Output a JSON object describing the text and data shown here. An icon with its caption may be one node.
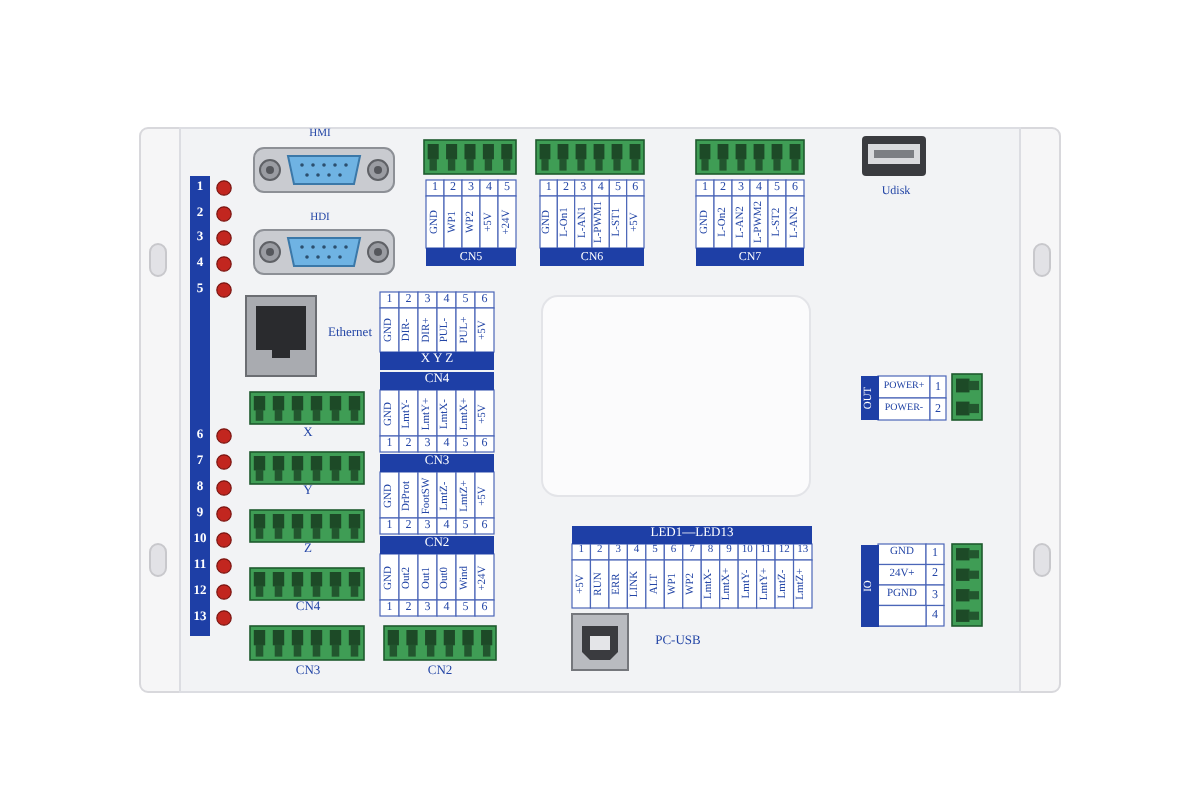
{
  "diagram": {
    "labels": [
      "HMI",
      "HDI",
      "1",
      "2",
      "3",
      "4",
      "5",
      "GND",
      "WP1",
      "WP2",
      "+5V",
      "+24V",
      "CN5",
      "1",
      "2",
      "3",
      "4",
      "5",
      "6",
      "GND",
      "L-On1",
      "L-AN1",
      "L-PWM1",
      "L-ST1",
      "+5V",
      "CN6",
      "1",
      "2",
      "3",
      "4",
      "5",
      "6",
      "GND",
      "L-On2",
      "L-AN2",
      "L-PWM2",
      "L-ST2",
      "L-AN2",
      "CN7",
      "Udisk",
      "1",
      "2",
      "3",
      "4",
      "5",
      "6",
      "7",
      "8",
      "9",
      "10",
      "11",
      "12",
      "13",
      "Ethernet",
      "1",
      "2",
      "3",
      "4",
      "5",
      "6",
      "GND",
      "DIR-",
      "DIR+",
      "PUL-",
      "PUL+",
      "+5V",
      "X Y Z",
      "CN4",
      "GND",
      "LmtY-",
      "LmtY+",
      "LmtX-",
      "LmtX+",
      "+5V",
      "1",
      "2",
      "3",
      "4",
      "5",
      "6",
      "CN3",
      "GND",
      "DrProt",
      "FootSW",
      "LmtZ-",
      "LmtZ+",
      "+5V",
      "1",
      "2",
      "3",
      "4",
      "5",
      "6",
      "CN2",
      "GND",
      "Out2",
      "Out1",
      "Out0",
      "Wind",
      "+24V",
      "1",
      "2",
      "3",
      "4",
      "5",
      "6",
      "OUT",
      "POWER+",
      "1",
      "POWER-",
      "2",
      "X",
      "Y",
      "Z",
      "CN4",
      "LED1—LED13",
      "1",
      "2",
      "3",
      "4",
      "5",
      "6",
      "7",
      "8",
      "9",
      "10",
      "11",
      "12",
      "13",
      "+5V",
      "RUN",
      "ERR",
      "LINK",
      "ALT",
      "WP1",
      "WP2",
      "LmtX-",
      "LmtX+",
      "LmtY-",
      "LmtY+",
      "LmtZ-",
      "LmtZ+",
      "IO",
      "GND",
      "1",
      "24V+",
      "2",
      "PGND",
      "3",
      "4",
      "PC-USB",
      "CN3",
      "CN2"
    ]
  }
}
